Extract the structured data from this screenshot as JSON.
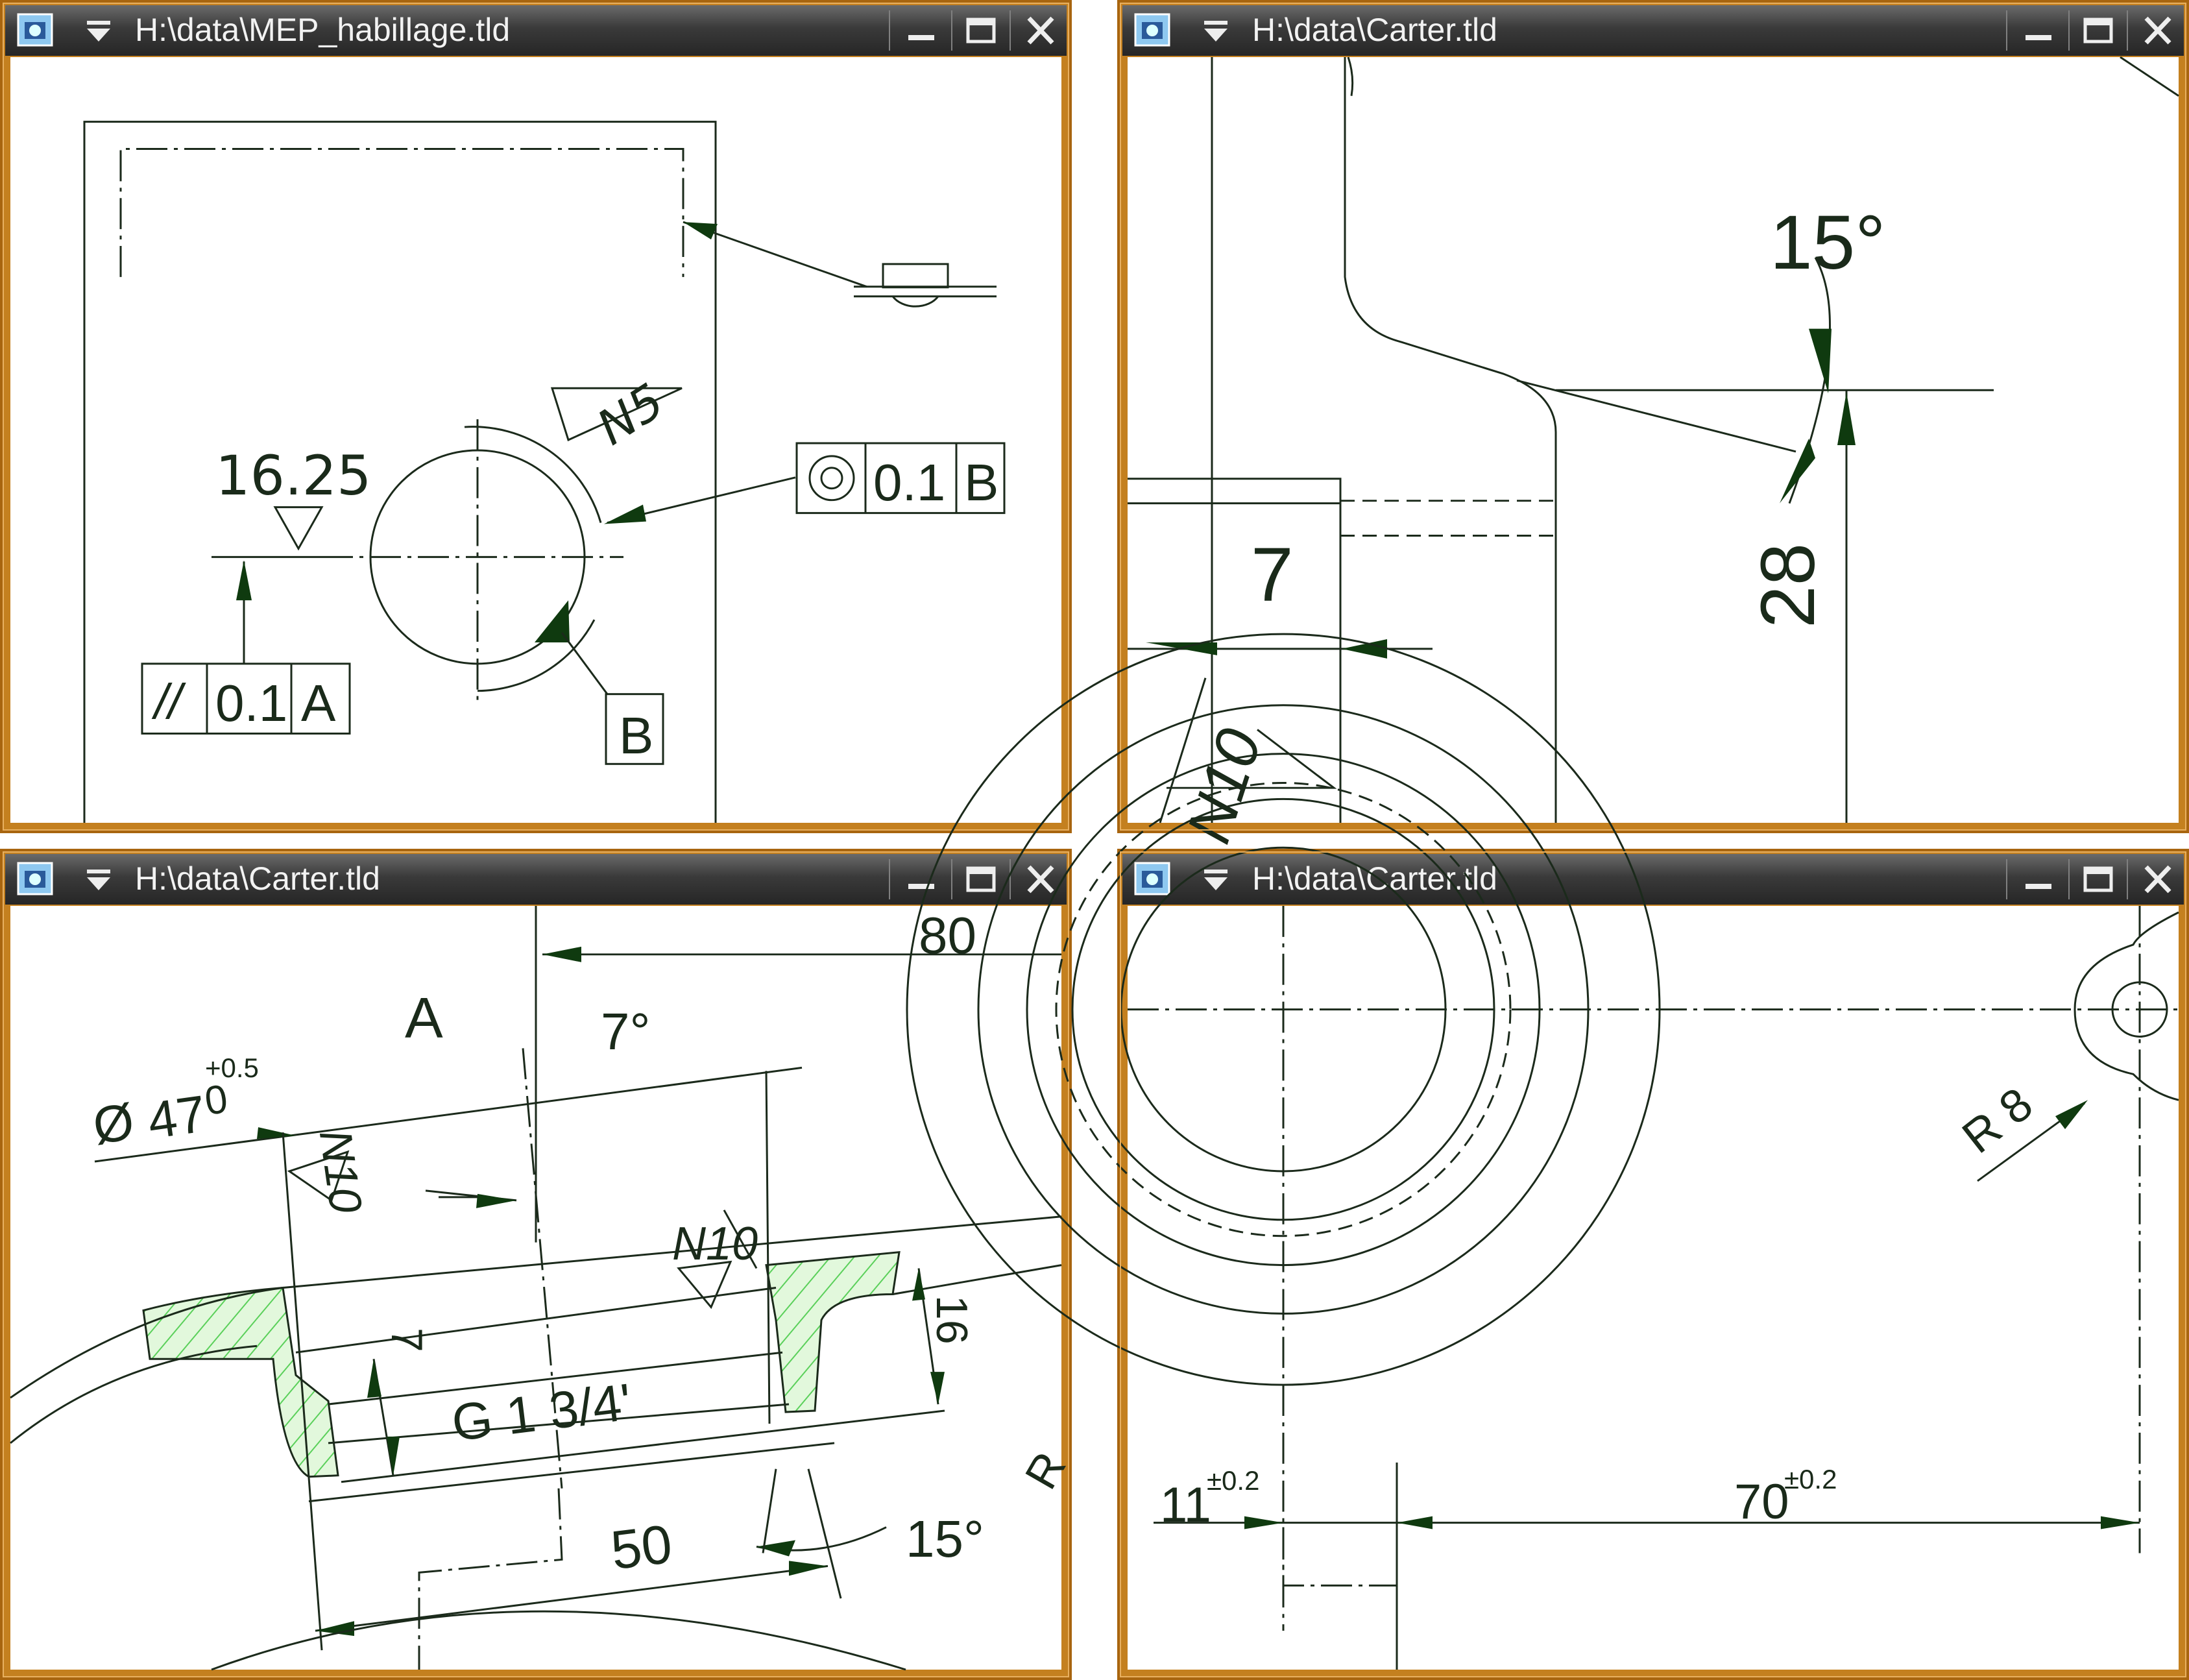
{
  "windows": [
    {
      "title": "H:\\data\\MEP_habillage.tld",
      "labels": {
        "dim": "16.25",
        "roughness": "N5",
        "concentric_tol": "0.1",
        "concentric_ref": "B",
        "parallel_sym": "//",
        "parallel_tol": "0.1",
        "parallel_ref": "A",
        "datum": "B"
      }
    },
    {
      "title": "H:\\data\\Carter.tld",
      "labels": {
        "angle": "15°",
        "dim_7": "7",
        "dim_28": "28",
        "roughness": "N10"
      }
    },
    {
      "title": "H:\\data\\Carter.tld",
      "labels": {
        "dim_80": "80",
        "datum_a": "A",
        "angle_7": "7°",
        "dia": "Ø",
        "dia_value": "47",
        "dia_sup": "0",
        "dia_tol": "+0.5",
        "roughness_1": "N10",
        "roughness_2": "N10",
        "dim_7": "7",
        "thread": "G 1 3/4'",
        "dim_16": "16",
        "dim_50": "50",
        "angle_15": "15°",
        "r_partial": "R"
      }
    },
    {
      "title": "H:\\data\\Carter.tld",
      "labels": {
        "radius": "R 8",
        "dim_11": "11",
        "dim_11_tol": "±0.2",
        "dim_70": "70",
        "dim_70_tol": "±0.2"
      }
    }
  ],
  "colors": {
    "frame": "#c4801f",
    "titlebar": "#3a3a3a",
    "line": "#1b2a1b",
    "hatch": "#5ad05a",
    "hatch_fill": "#e2f8dc"
  },
  "icons": {
    "system": "viewer-icon",
    "menu": "menu-arrow-icon",
    "minimize": "minimize-icon",
    "maximize": "maximize-icon",
    "close": "close-icon"
  }
}
